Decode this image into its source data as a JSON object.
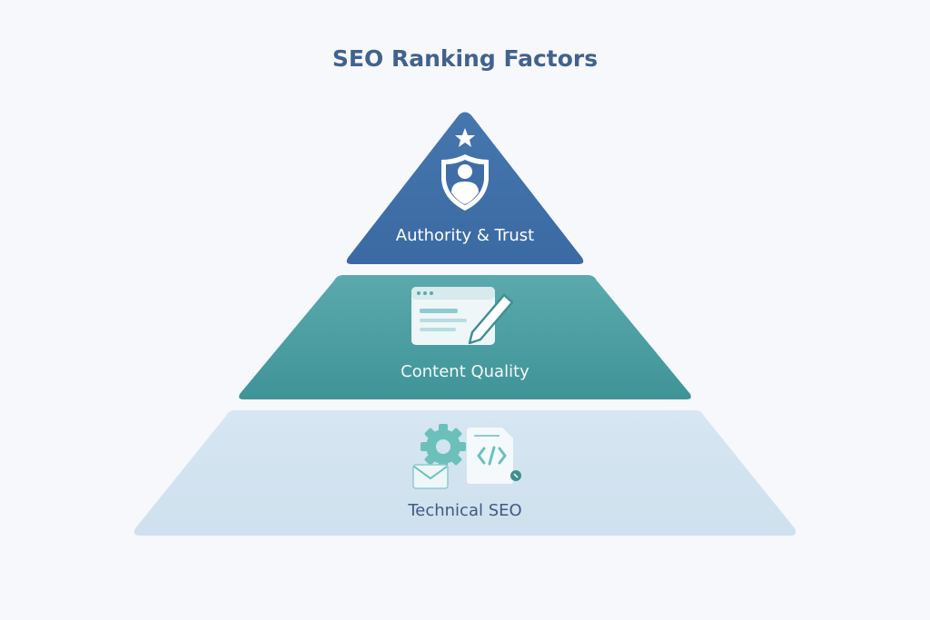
{
  "title": "SEO Ranking Factors",
  "levels": [
    {
      "label": "Authority & Trust",
      "icon": "shield-user-star-icon",
      "color": "#3f6ea7"
    },
    {
      "label": "Content Quality",
      "icon": "browser-pencil-icon",
      "color": "#4c9fa3"
    },
    {
      "label": "Technical SEO",
      "icon": "gear-code-envelope-icon",
      "color": "#d3e4f1"
    }
  ]
}
